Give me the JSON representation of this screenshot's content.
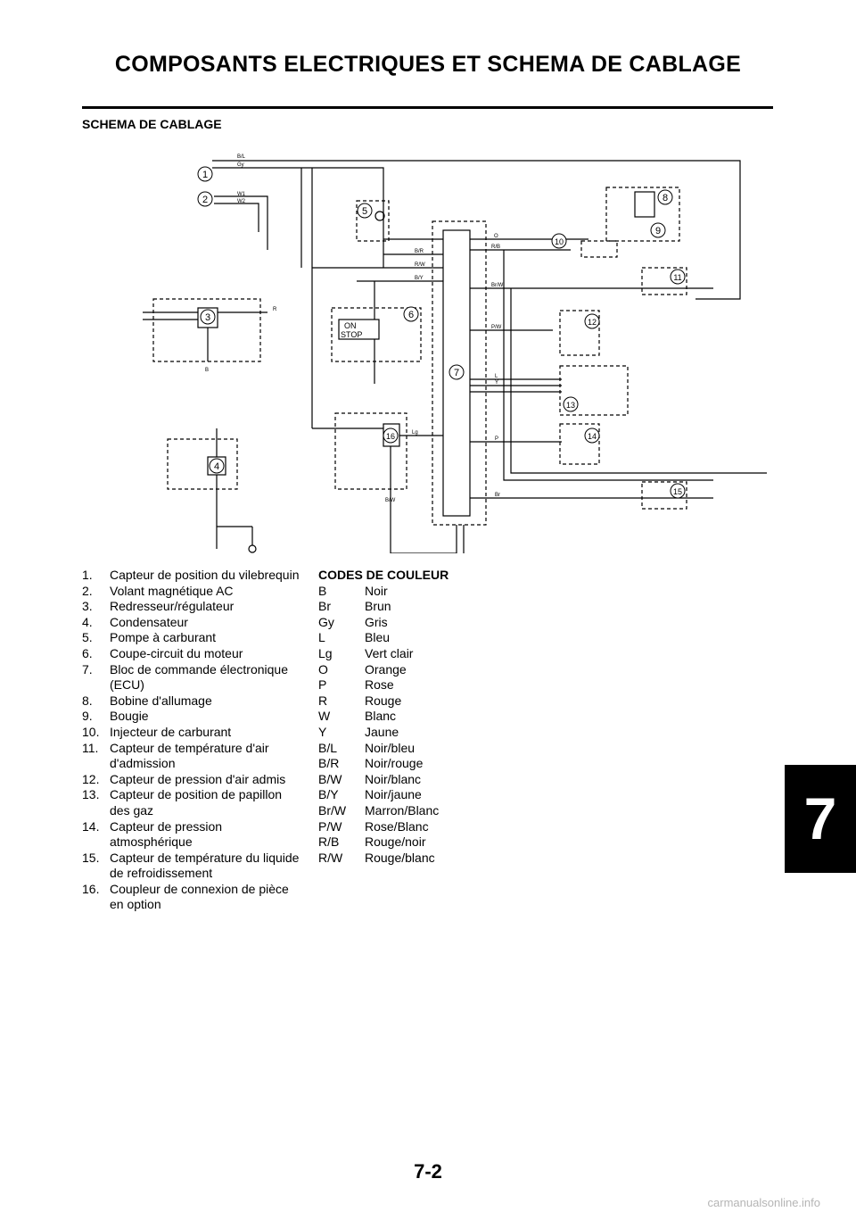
{
  "page": {
    "title": "COMPOSANTS ELECTRIQUES ET SCHEMA DE CABLAGE",
    "section": "SCHEMA DE CABLAGE",
    "page_number": "7-2",
    "chapter_tab": "7",
    "watermark": "carmanualsonline.info"
  },
  "legend": [
    {
      "num": "1.",
      "text": "Capteur de position du vilebrequin"
    },
    {
      "num": "2.",
      "text": "Volant magnétique AC"
    },
    {
      "num": "3.",
      "text": "Redresseur/régulateur"
    },
    {
      "num": "4.",
      "text": "Condensateur"
    },
    {
      "num": "5.",
      "text": "Pompe à carburant"
    },
    {
      "num": "6.",
      "text": "Coupe-circuit du moteur"
    },
    {
      "num": "7.",
      "text": "Bloc de commande électronique (ECU)"
    },
    {
      "num": "8.",
      "text": "Bobine d'allumage"
    },
    {
      "num": "9.",
      "text": "Bougie"
    },
    {
      "num": "10.",
      "text": "Injecteur de carburant"
    },
    {
      "num": "11.",
      "text": "Capteur de température d'air d'admission"
    },
    {
      "num": "12.",
      "text": "Capteur de pression d'air admis"
    },
    {
      "num": "13.",
      "text": "Capteur de position de papillon des gaz"
    },
    {
      "num": "14.",
      "text": "Capteur de pression atmosphérique"
    },
    {
      "num": "15.",
      "text": "Capteur de température du liquide de refroidissement"
    },
    {
      "num": "16.",
      "text": "Coupleur de connexion de pièce en option"
    }
  ],
  "color_codes": {
    "heading": "CODES DE COULEUR",
    "rows": [
      {
        "code": "B",
        "meaning": "Noir"
      },
      {
        "code": "Br",
        "meaning": "Brun"
      },
      {
        "code": "Gy",
        "meaning": "Gris"
      },
      {
        "code": "L",
        "meaning": "Bleu"
      },
      {
        "code": "Lg",
        "meaning": "Vert clair"
      },
      {
        "code": "O",
        "meaning": "Orange"
      },
      {
        "code": "P",
        "meaning": "Rose"
      },
      {
        "code": "R",
        "meaning": "Rouge"
      },
      {
        "code": "W",
        "meaning": "Blanc"
      },
      {
        "code": "Y",
        "meaning": "Jaune"
      },
      {
        "code": "B/L",
        "meaning": "Noir/bleu"
      },
      {
        "code": "B/R",
        "meaning": "Noir/rouge"
      },
      {
        "code": "B/W",
        "meaning": "Noir/blanc"
      },
      {
        "code": "B/Y",
        "meaning": "Noir/jaune"
      },
      {
        "code": "Br/W",
        "meaning": "Marron/Blanc"
      },
      {
        "code": "P/W",
        "meaning": "Rose/Blanc"
      },
      {
        "code": "R/B",
        "meaning": "Rouge/noir"
      },
      {
        "code": "R/W",
        "meaning": "Rouge/blanc"
      }
    ]
  },
  "diagram": {
    "callouts": [
      "1",
      "2",
      "3",
      "4",
      "5",
      "6",
      "7",
      "8",
      "9",
      "10",
      "11",
      "12",
      "13",
      "14",
      "15",
      "16"
    ],
    "switch_on": "ON",
    "switch_stop": "STOP",
    "wire_labels": [
      "B/L",
      "Gy",
      "W1",
      "W2",
      "R",
      "B",
      "B/R",
      "R/W",
      "B/Y",
      "O",
      "R/B",
      "Br/W",
      "P/W",
      "L",
      "Y",
      "P",
      "Br",
      "Lg",
      "B/W"
    ]
  }
}
